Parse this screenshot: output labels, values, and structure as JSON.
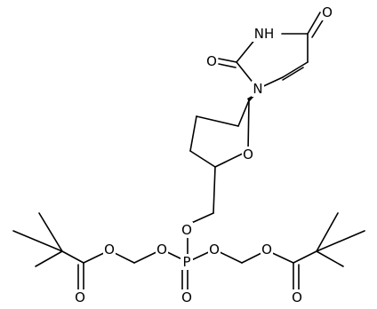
{
  "molecule": {
    "atom_labels": {
      "uracil_o4": "O",
      "uracil_n3h": "NH",
      "uracil_o2": "O",
      "uracil_n1": "N",
      "ring_o": "O",
      "ester_o5": "O",
      "phosphorus": "P",
      "phosphoryl_o": "O",
      "pom_left_o_p": "O",
      "pom_left_o_c": "O",
      "pom_left_carbonyl_o": "O",
      "pom_right_o_p": "O",
      "pom_right_o_c": "O",
      "pom_right_carbonyl_o": "O"
    }
  }
}
